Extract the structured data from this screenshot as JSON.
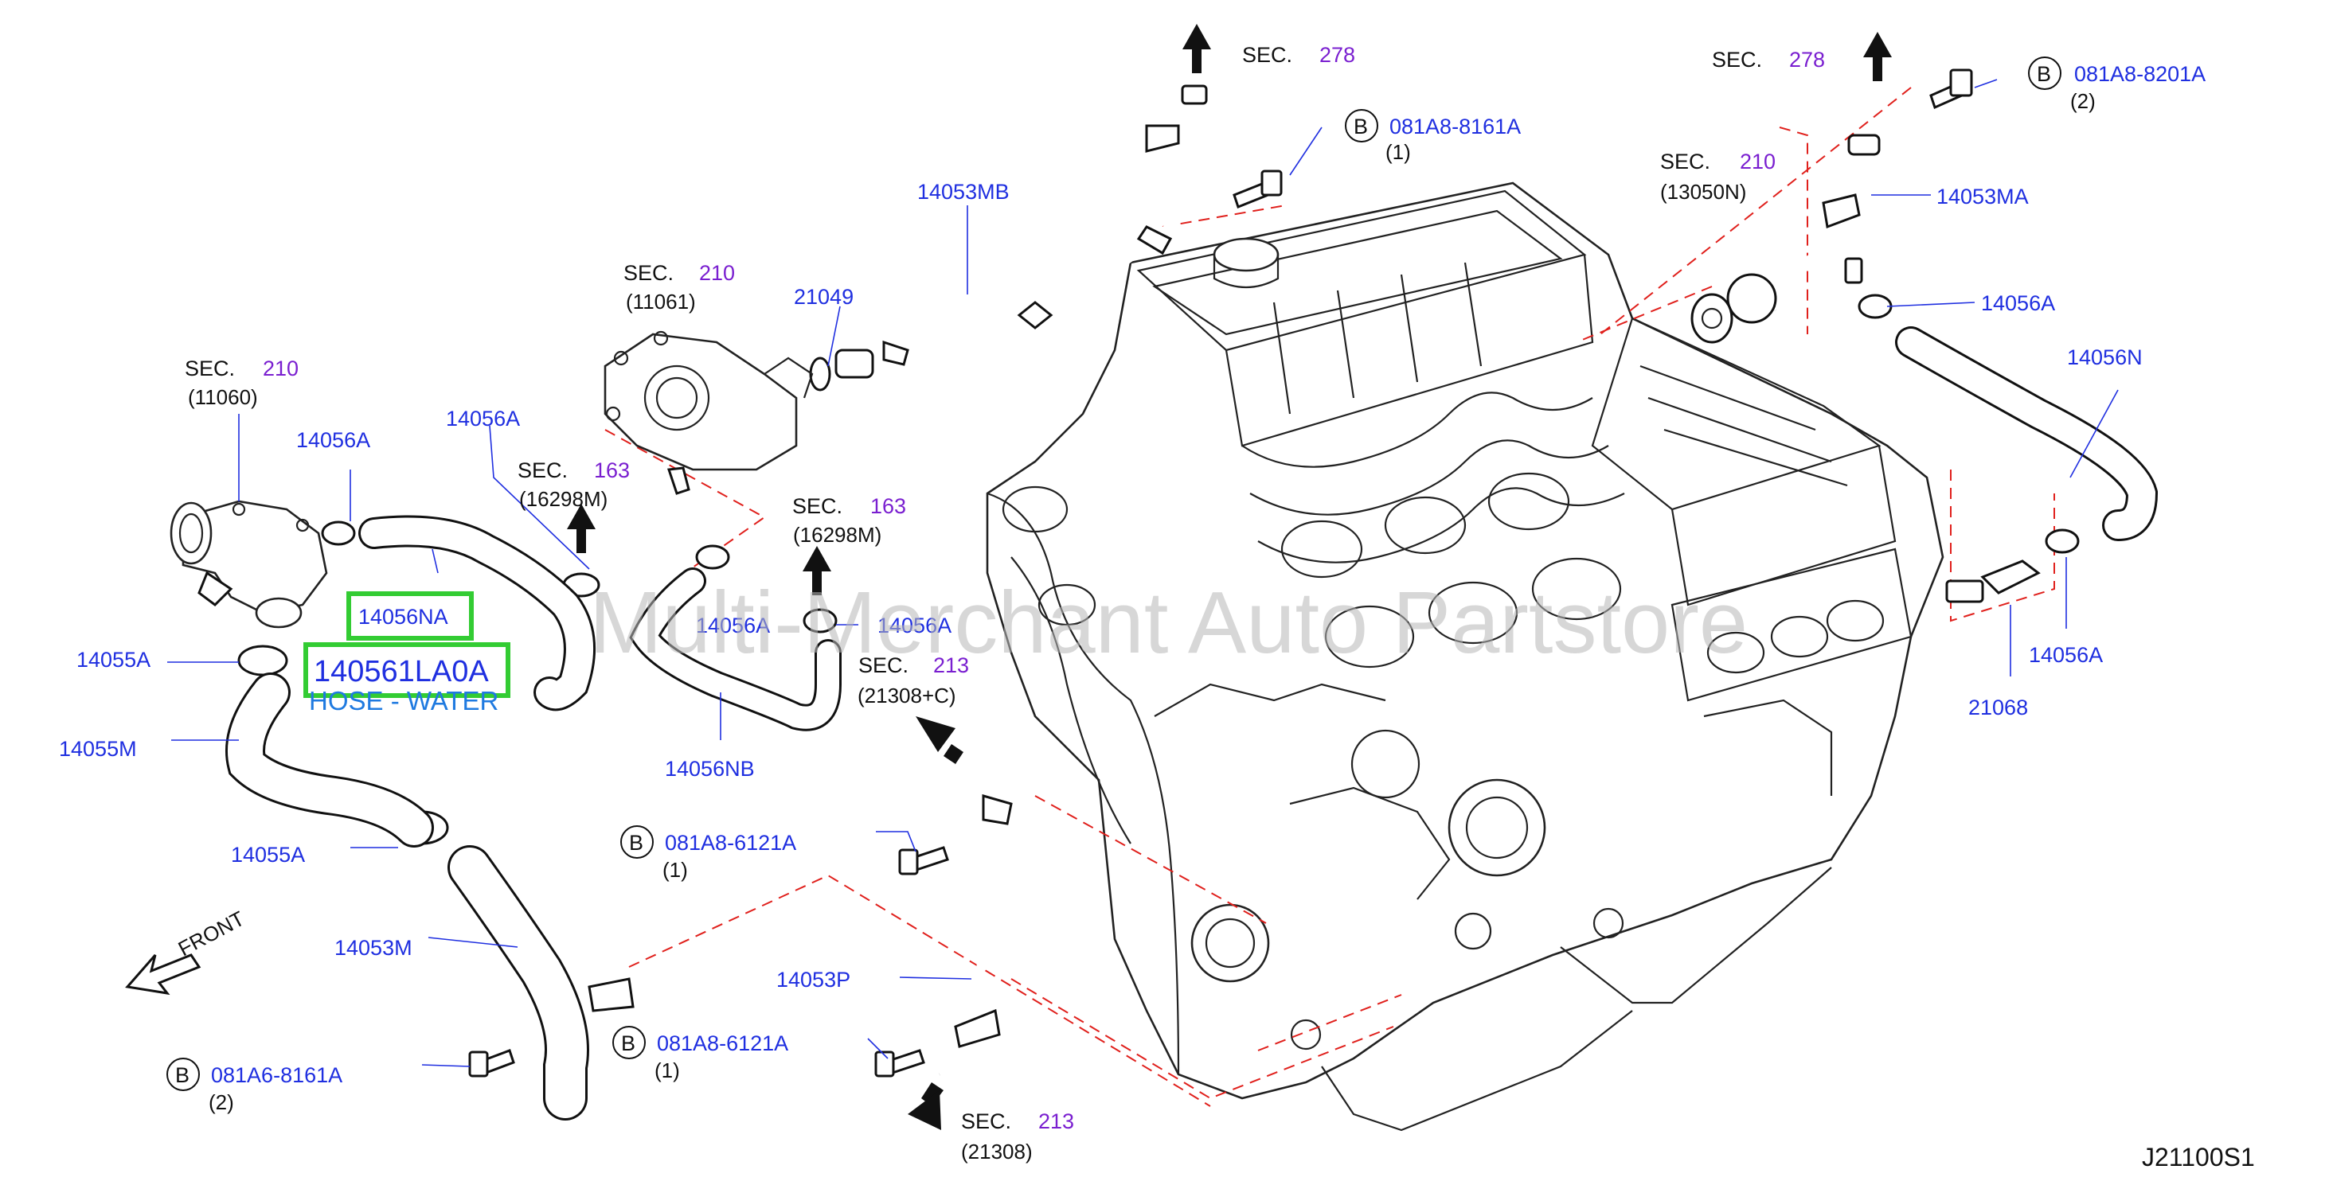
{
  "watermark": "Multi-Merchant Auto Partstore",
  "diagram_code": "J21100S1",
  "front_label": "FRONT",
  "bolt_marker": "B",
  "sections": {
    "s1": {
      "label": "SEC.",
      "num": "278",
      "sub": ""
    },
    "s2": {
      "label": "SEC.",
      "num": "278",
      "sub": ""
    },
    "s3": {
      "label": "SEC.",
      "num": "210",
      "sub": "(11061)"
    },
    "s4": {
      "label": "SEC.",
      "num": "210",
      "sub": "(11060)"
    },
    "s5": {
      "label": "SEC.",
      "num": "163",
      "sub": "(16298M)"
    },
    "s6": {
      "label": "SEC.",
      "num": "163",
      "sub": "(16298M)"
    },
    "s7": {
      "label": "SEC.",
      "num": "210",
      "sub": "(13050N)"
    },
    "s8": {
      "label": "SEC.",
      "num": "213",
      "sub": "(21308+C)"
    },
    "s9": {
      "label": "SEC.",
      "num": "213",
      "sub": "(21308)"
    }
  },
  "parts": {
    "p14053MB": "14053MB",
    "p21049": "21049",
    "p14056A_1": "14056A",
    "p14056A_2": "14056A",
    "p14056A_3": "14056A",
    "p14056A_4": "14056A",
    "p14056A_5": "14056A",
    "p14056A_6": "14056A",
    "p14053MA": "14053MA",
    "p14056N": "14056N",
    "p21068": "21068",
    "p14055A_1": "14055A",
    "p14055A_2": "14055A",
    "p14055M": "14055M",
    "p14053M": "14053M",
    "p14053P": "14053P",
    "p14056NB": "14056NB",
    "p14056NA": "14056NA"
  },
  "bolts": {
    "b1": {
      "num": "081A8-8161A",
      "qty": "(1)"
    },
    "b2": {
      "num": "081A8-8201A",
      "qty": "(2)"
    },
    "b3": {
      "num": "081A8-6121A",
      "qty": "(1)"
    },
    "b4": {
      "num": "081A8-6121A",
      "qty": "(1)"
    },
    "b5": {
      "num": "081A6-8161A",
      "qty": "(2)"
    }
  },
  "highlight": {
    "part_number": "140561LA0A",
    "part_name": "HOSE - WATER"
  },
  "colors": {
    "part_number_text": "#1f2fe0",
    "section_number_text": "#7a1fd0",
    "leader_dash": "#e0201c",
    "highlight_box": "#33cc33",
    "hose_name_text": "#1f7ae0"
  }
}
